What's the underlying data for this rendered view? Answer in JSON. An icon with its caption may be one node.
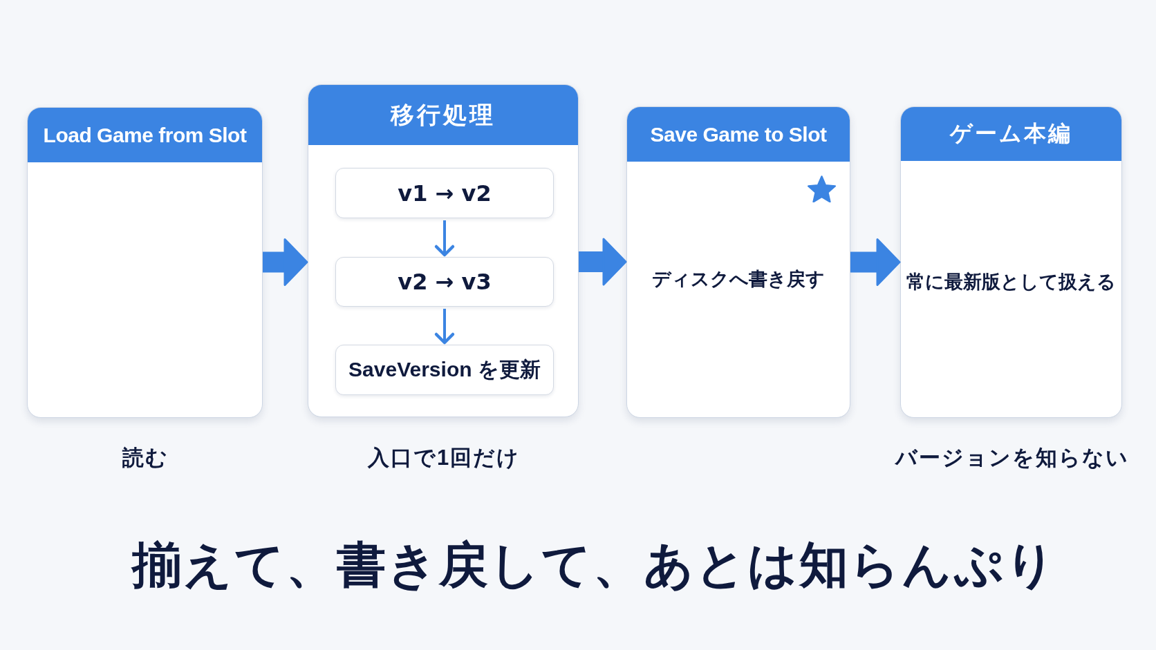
{
  "diagram": {
    "caption": "揃えて、書き戻して、あとは知らんぷり",
    "nodes": [
      {
        "text": [
          "Load Game from Slot"
        ],
        "beside": [
          "読む"
        ]
      },
      {
        "text": [
          "移行処理"
        ],
        "beside": [
          "入口で1回だけ"
        ]
      },
      {
        "text": [
          "v1 → v2"
        ],
        "in": 1
      },
      {
        "text": [
          "v2 → v3"
        ],
        "in": 1
      },
      {
        "text": [
          "SaveVersion を更新"
        ],
        "in": 1
      },
      {
        "text": [
          "Save Game to Slot",
          "ディスクへ書き戻す"
        ]
      },
      {
        "text": [
          "ゲーム本編",
          "常に最新版として扱える"
        ],
        "beside": [
          "バージョンを知らない"
        ]
      }
    ],
    "edges": [
      {
        "from": 0,
        "to": 1,
        "arrow": "to"
      },
      {
        "from": 2,
        "to": 3,
        "arrow": "to"
      },
      {
        "from": 3,
        "to": 4,
        "arrow": "to"
      },
      {
        "from": 1,
        "to": 5,
        "arrow": "to"
      },
      {
        "from": 5,
        "to": 6,
        "arrow": "to"
      }
    ]
  }
}
